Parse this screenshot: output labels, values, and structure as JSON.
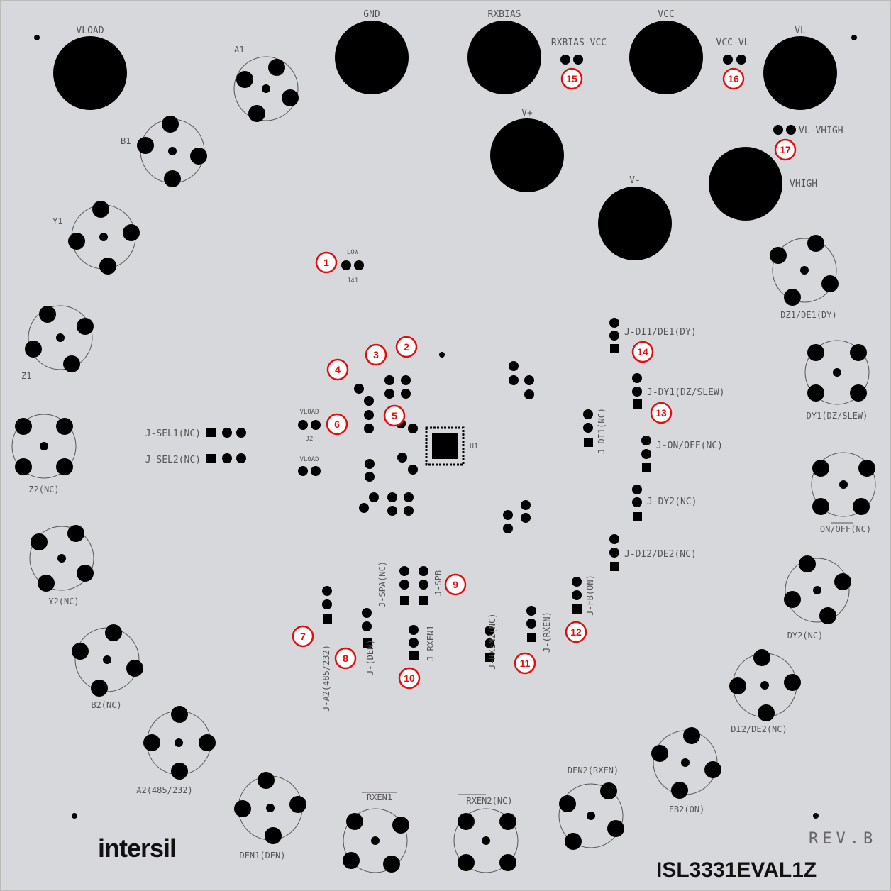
{
  "board": {
    "name": "ISL3331EVAL1Z",
    "revision": "REV.B",
    "logo_text": "intersil",
    "ic_label": "U1"
  },
  "banana_jacks": [
    {
      "label": "VLOAD"
    },
    {
      "label": "GND"
    },
    {
      "label": "RXBIAS"
    },
    {
      "label": "VCC"
    },
    {
      "label": "VL"
    },
    {
      "label": "V+"
    },
    {
      "label": "V-"
    },
    {
      "label": "VHIGH"
    }
  ],
  "bnc_connectors": [
    {
      "label": "A1"
    },
    {
      "label": "B1"
    },
    {
      "label": "Y1"
    },
    {
      "label": "Z1"
    },
    {
      "label": "Z2(NC)"
    },
    {
      "label": "Y2(NC)"
    },
    {
      "label": "B2(NC)"
    },
    {
      "label": "A2(485/232)"
    },
    {
      "label": "DEN1(DEN)"
    },
    {
      "label": "RXEN1"
    },
    {
      "label": "RXEN2(NC)"
    },
    {
      "label": "DEN2(RXEN)"
    },
    {
      "label": "FB2(ON)"
    },
    {
      "label": "DI2/DE2(NC)"
    },
    {
      "label": "DY2(NC)"
    },
    {
      "label": "ON/OFF(NC)"
    },
    {
      "label": "DY1(DZ/SLEW)"
    },
    {
      "label": "DZ1/DE1(DY)"
    }
  ],
  "jumpers": [
    {
      "label": "J-SEL1(NC)"
    },
    {
      "label": "J-SEL2(NC)"
    },
    {
      "label": "J-DI1/DE1(DY)"
    },
    {
      "label": "J-DY1(DZ/SLEW)"
    },
    {
      "label": "J-DI1(NC)"
    },
    {
      "label": "J-ON/OFF(NC)"
    },
    {
      "label": "J-DY2(NC)"
    },
    {
      "label": "J-DI2/DE2(NC)"
    },
    {
      "label": "J-FB(ON)"
    },
    {
      "label": "J-(RXEN)"
    },
    {
      "label": "J-RXEN2(NC)"
    },
    {
      "label": "J-RXEN1"
    },
    {
      "label": "J-SPB"
    },
    {
      "label": "J-SPA(NC)"
    },
    {
      "label": "J-(DEN)"
    },
    {
      "label": "J-A2(485/232)"
    },
    {
      "label": "RXBIAS-VCC"
    },
    {
      "label": "VCC-VL"
    },
    {
      "label": "VL-VHIGH"
    },
    {
      "label": "LOW"
    },
    {
      "label": "J41"
    },
    {
      "label": "VLOAD"
    },
    {
      "label": "J2"
    },
    {
      "label": "VLOAD"
    }
  ],
  "callouts": [
    "1",
    "2",
    "3",
    "4",
    "5",
    "6",
    "7",
    "8",
    "9",
    "10",
    "11",
    "12",
    "13",
    "14",
    "15",
    "16",
    "17"
  ],
  "colors": {
    "board": "#d7d8dc",
    "pad": "#000000",
    "silkscreen": "#555555",
    "callout": "#e01010"
  }
}
